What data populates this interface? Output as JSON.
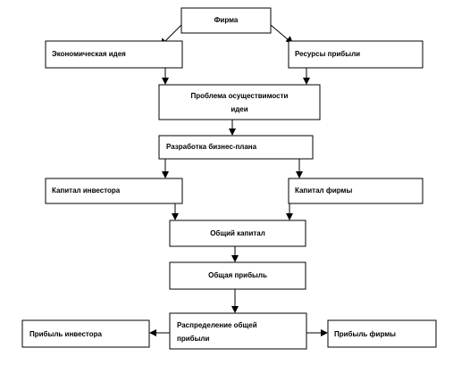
{
  "diagram": {
    "nodes": {
      "firm": "Фирма",
      "economic_idea": "Экономическая  идея",
      "profit_resources": "Ресурсы прибыли",
      "feasibility_line1": "Проблема осуществимости",
      "feasibility_line2": "идеи",
      "business_plan": "Разработка бизнес-плана",
      "investor_capital": "Капитал инвестора",
      "firm_capital": "Капитал фирмы",
      "total_capital": "Общий  капитал",
      "total_profit": "Общая прибыль",
      "distribution_line1": "Распределение общей",
      "distribution_line2": "прибыли",
      "investor_profit": "Прибыль инвестора",
      "firm_profit": "Прибыль фирмы"
    },
    "edges": [
      {
        "from": "firm",
        "to": "economic_idea"
      },
      {
        "from": "firm",
        "to": "profit_resources"
      },
      {
        "from": "economic_idea",
        "to": "feasibility"
      },
      {
        "from": "profit_resources",
        "to": "feasibility"
      },
      {
        "from": "feasibility",
        "to": "business_plan"
      },
      {
        "from": "business_plan",
        "to": "investor_capital"
      },
      {
        "from": "business_plan",
        "to": "firm_capital"
      },
      {
        "from": "investor_capital",
        "to": "total_capital"
      },
      {
        "from": "firm_capital",
        "to": "total_capital"
      },
      {
        "from": "total_capital",
        "to": "total_profit"
      },
      {
        "from": "total_profit",
        "to": "distribution"
      },
      {
        "from": "distribution",
        "to": "investor_profit"
      },
      {
        "from": "distribution",
        "to": "firm_profit"
      }
    ]
  }
}
